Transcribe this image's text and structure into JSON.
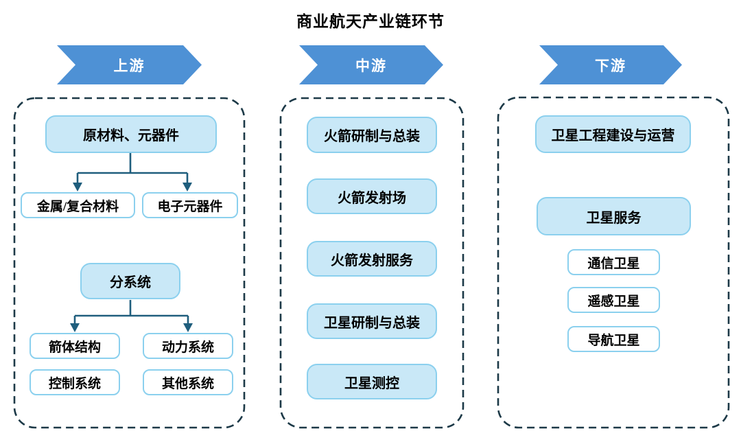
{
  "title": "商业航天产业链环节",
  "colors": {
    "chevron_blue": "#4E91D5",
    "node_fill_light_blue": "#C9E8F7",
    "node_border_blue": "#8BD0EE",
    "connector_dark_teal": "#1F5E7D",
    "container_dash_dark_navy": "#1C3947",
    "text_black": "#000000",
    "chevron_text_white": "#ffffff"
  },
  "columns": [
    {
      "header": "上游",
      "tree1": {
        "parent": "原材料、元器件",
        "children": [
          "金属/复合材料",
          "电子元器件"
        ]
      },
      "tree2": {
        "parent": "分系统",
        "children": [
          "箭体结构",
          "动力系统",
          "控制系统",
          "其他系统"
        ]
      }
    },
    {
      "header": "中游",
      "items": [
        "火箭研制与总装",
        "火箭发射场",
        "火箭发射服务",
        "卫星研制与总装",
        "卫星测控"
      ]
    },
    {
      "header": "下游",
      "primary": "卫星工程建设与运营",
      "secondary": "卫星服务",
      "satellites": [
        "通信卫星",
        "遥感卫星",
        "导航卫星"
      ]
    }
  ]
}
